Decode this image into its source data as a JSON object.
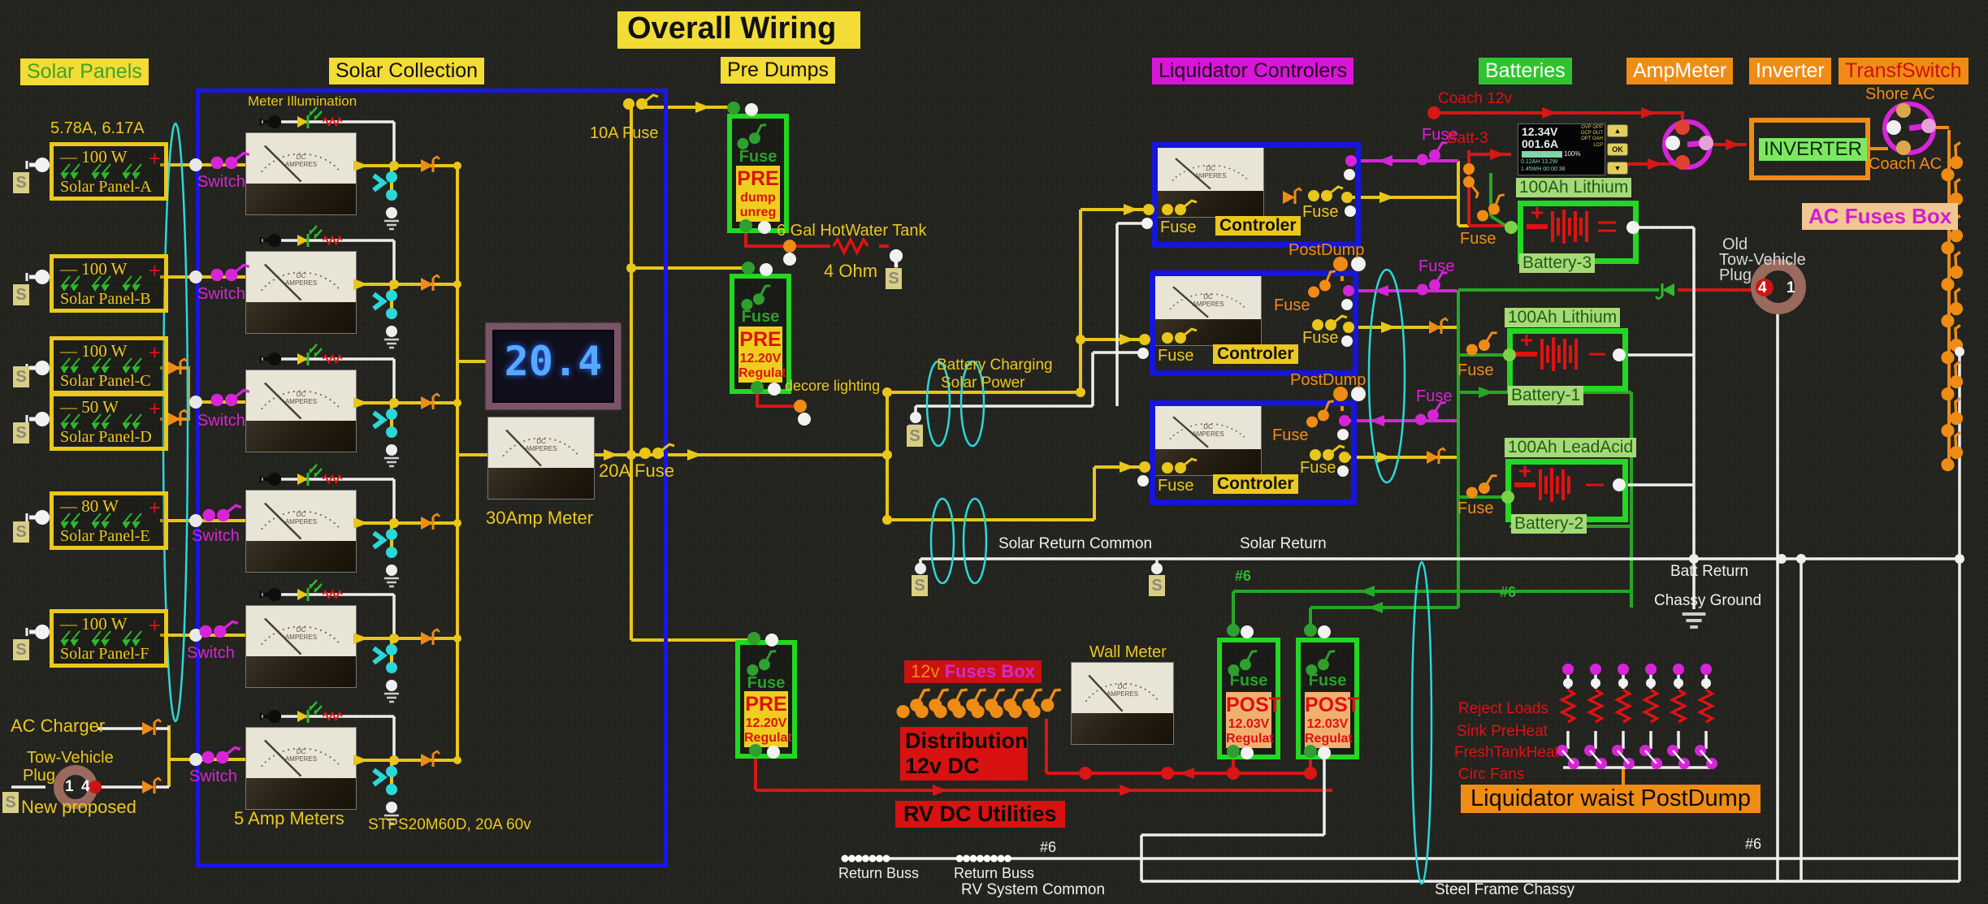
{
  "title": "Overall Wiring",
  "sections": {
    "solar_panels": "Solar Panels",
    "solar_collection": "Solar Collection",
    "pre_dumps": "Pre Dumps",
    "liquidator_controllers": "Liquidator Controlers",
    "batteries": "Batteries",
    "ampmeter": "AmpMeter",
    "inverter": "Inverter",
    "transfswitch": "TransfSwitch"
  },
  "solar": {
    "current_note": "5.78A, 6.17A",
    "switch_label": "Switch",
    "panels": [
      {
        "watts": "— 100 W",
        "plus": "+",
        "name": "Solar Panel-A"
      },
      {
        "watts": "— 100 W",
        "plus": "+",
        "name": "Solar Panel-B"
      },
      {
        "watts": "— 100 W",
        "plus": "+",
        "name": "Solar Panel-C"
      },
      {
        "watts": "— 50 W",
        "plus": "+",
        "name": "Solar Panel-D"
      },
      {
        "watts": "— 80 W",
        "plus": "+",
        "name": "Solar Panel-E"
      },
      {
        "watts": "— 100 W",
        "plus": "+",
        "name": "Solar Panel-F"
      }
    ],
    "meter_illumination": "Meter Illumination",
    "five_amp_meters": "5 Amp Meters",
    "stps_note": "STPS20M60D, 20A  60v",
    "fuse_10a": "10A Fuse",
    "fuse_20a": "20A Fuse",
    "meter_30amp": "30Amp  Meter",
    "digital_reading": "20.4"
  },
  "meter_face": {
    "line1": "DC",
    "line2": "AMPERES"
  },
  "s_badge": "S",
  "pre_dumps": {
    "fuse_label": "Fuse",
    "boxes": [
      {
        "l1": "PRE",
        "l2": "dump",
        "l3": "unreg"
      },
      {
        "l1": "PRE",
        "l2": "12.20V",
        "l3": "Regulat"
      },
      {
        "l1": "PRE",
        "l2": "12.20V",
        "l3": "Regulat"
      }
    ],
    "hotwater": "6 Gal HotWater Tank",
    "ohm": "4 Ohm",
    "decore": "decore lighting"
  },
  "charging": {
    "line1": "Battery Charging",
    "line2": "Solar Power"
  },
  "controllers": {
    "fuse": "Fuse",
    "name": "Controler",
    "postdump": "PostDump"
  },
  "batteries": {
    "coach_12v": "Coach 12v",
    "batt3": "Batt-3",
    "fuse": "Fuse",
    "items": [
      {
        "type": "100Ah Lithium",
        "name": "Battery-3"
      },
      {
        "type": "100Ah Lithium",
        "name": "Battery-1"
      },
      {
        "type": "100Ah LeadAcid",
        "name": "Battery-2"
      }
    ],
    "monitor": {
      "voltage": "12.34V",
      "current": "001.6A",
      "soc": "100%",
      "row1": "0.12AH 13.2W",
      "row2": "1.45WH 00:00:38",
      "side": "OVP OPP OCP OUT OPT OAH LCP",
      "btn_up": "▲",
      "btn_ok": "OK",
      "btn_down": "▼"
    }
  },
  "ac": {
    "inverter_box": "INVERTER",
    "shore": "Shore AC",
    "coach": "Coach AC",
    "fuses_box": "AC Fuses Box"
  },
  "old_plug": {
    "l1": "Old",
    "l2": "Tow-Vehicle",
    "l3": "Plug",
    "pin_a": "4",
    "pin_b": "1"
  },
  "new_plug": {
    "l1": "Tow-Vehicle",
    "l2": "Plug",
    "note": "New proposed",
    "pin_a": "1",
    "pin_b": "4",
    "ac_charger": "AC Charger"
  },
  "post_boxes": {
    "fuse": "Fuse",
    "l1": "POST",
    "l2": "12.03V",
    "l3": "Regulat"
  },
  "distribution": {
    "v12": "12v",
    "fuses_box": "Fuses Box",
    "dist1": "Distribution",
    "dist2": "12v DC",
    "rv_dc": "RV DC Utilities",
    "wall_meter": "Wall Meter"
  },
  "returns": {
    "solar_return_common": "Solar Return Common",
    "solar_return": "Solar Return",
    "batt_return": "Batt Return",
    "chassy_ground": "Chassy Ground",
    "return_buss": "Return Buss",
    "rv_system_common": "RV System Common",
    "steel_frame": "Steel Frame Chassy",
    "gauge": "#6"
  },
  "waist": {
    "title": "Liquidator waist PostDump",
    "loads": [
      "Reject Loads",
      "Sink PreHeat",
      "FreshTankHeat",
      "Circ Fans"
    ]
  },
  "palette": {
    "wire_yellow": "#e8c61a",
    "wire_red": "#d81616",
    "wire_green": "#25a825",
    "wire_white": "#eeeeee",
    "wire_magenta": "#d824d8",
    "wire_cyan": "#2bd8d8",
    "region_blue": "#1a15e8",
    "controller_blue": "#1515dd",
    "orange": "#ef8c16"
  }
}
